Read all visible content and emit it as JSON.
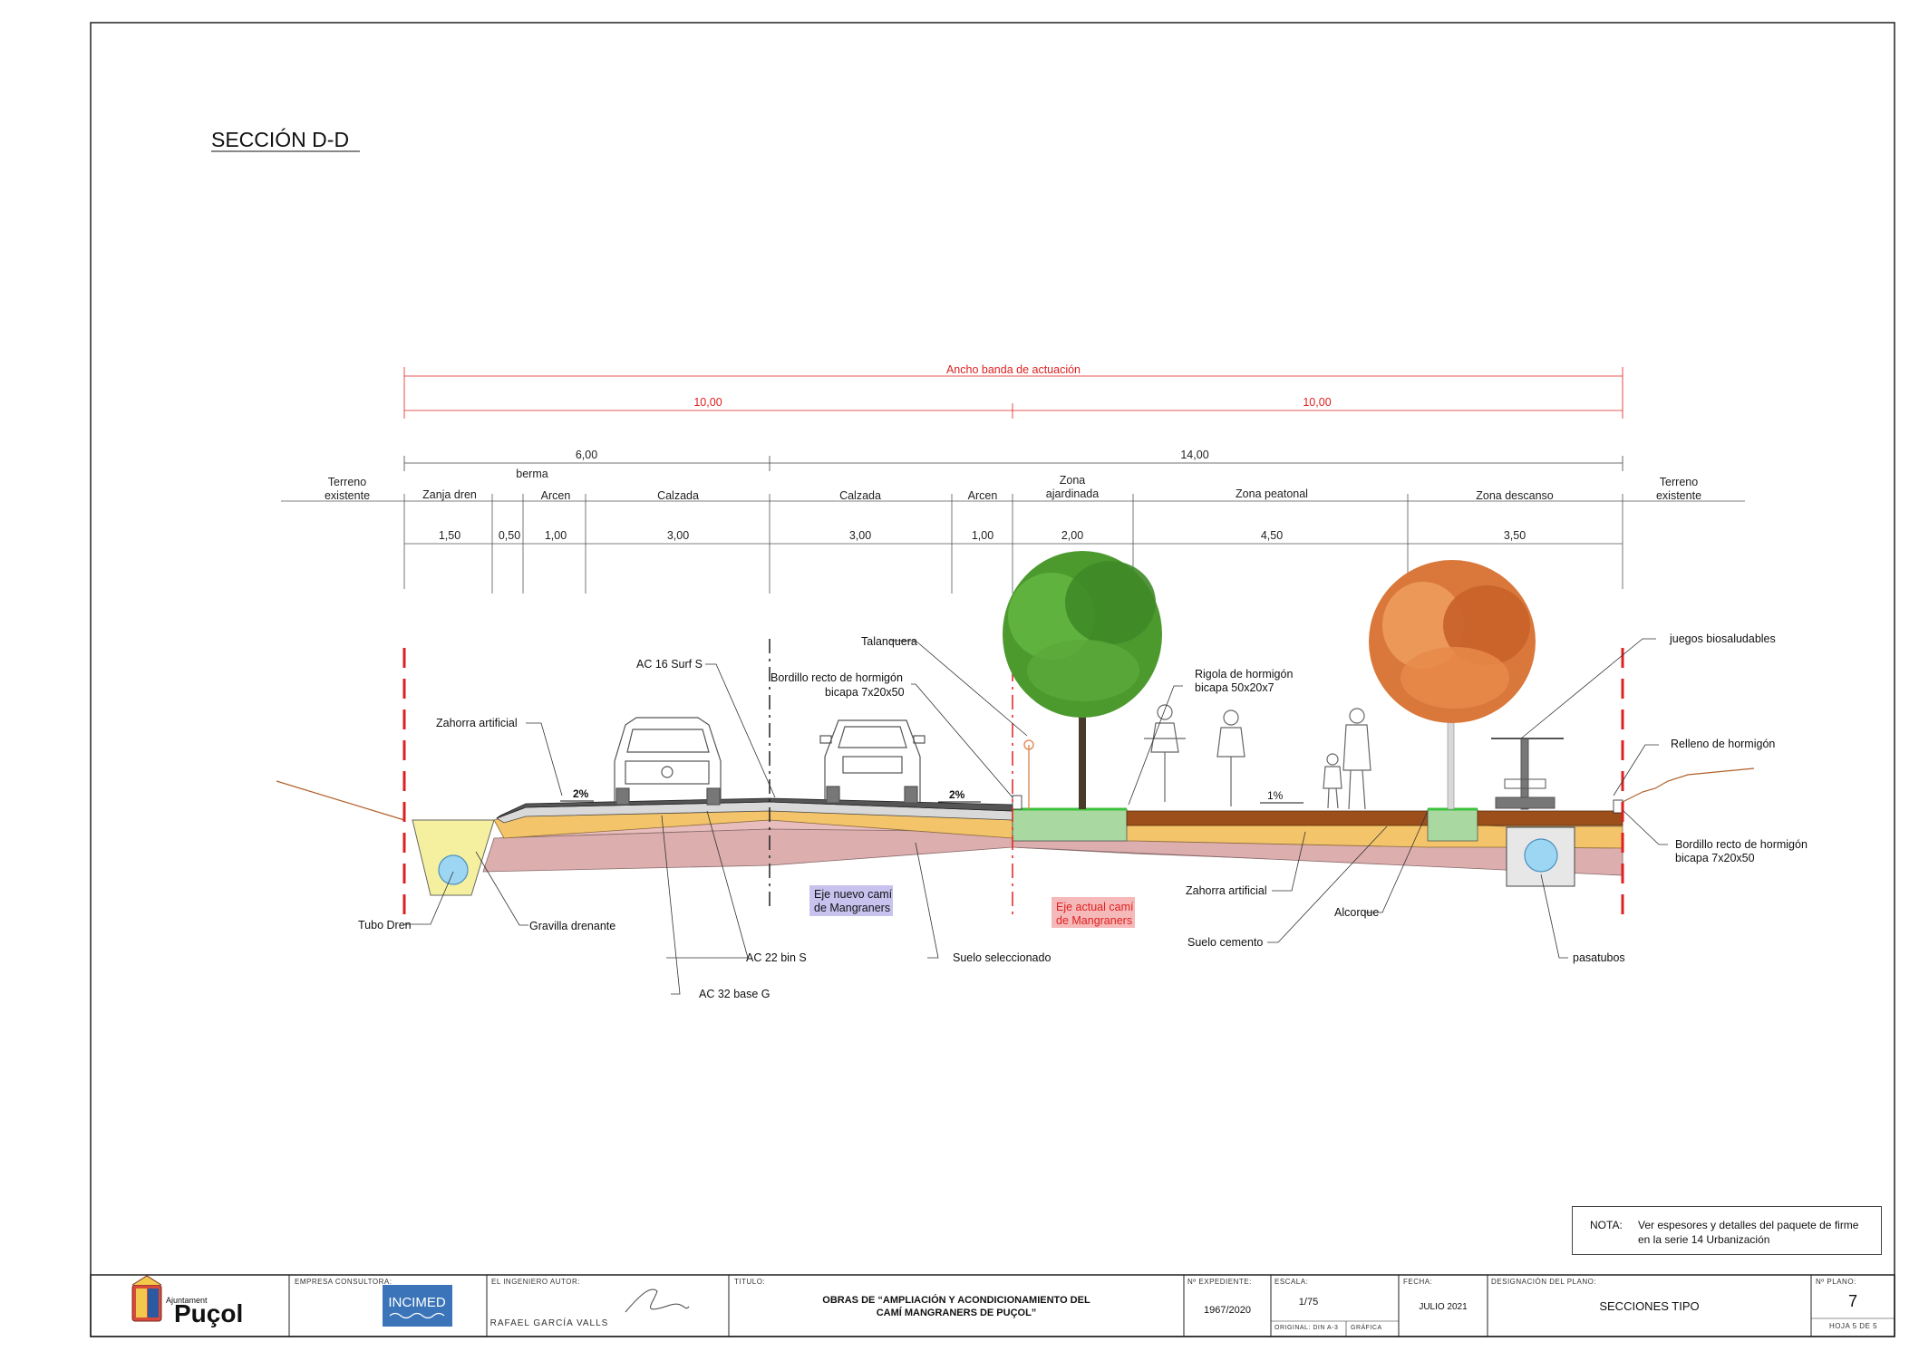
{
  "title": "SECCIÓN D-D",
  "dimensions": {
    "ancho_banda": "Ancho banda de actuación",
    "half_left": "10,00",
    "half_right": "10,00",
    "group_left": "6,00",
    "group_right": "14,00",
    "zones": [
      {
        "label": "Terreno existente",
        "width": ""
      },
      {
        "label": "Zanja dren",
        "width": "1,50"
      },
      {
        "label": "berma",
        "width": "0,50"
      },
      {
        "label": "Arcen",
        "width": "1,00"
      },
      {
        "label": "Calzada",
        "width": "3,00"
      },
      {
        "label": "Calzada",
        "width": "3,00"
      },
      {
        "label": "Arcen",
        "width": "1,00"
      },
      {
        "label": "Zona ajardinada",
        "width": "2,00"
      },
      {
        "label": "Zona peatonal",
        "width": "4,50"
      },
      {
        "label": "Zona descanso",
        "width": "3,50"
      },
      {
        "label": "Terreno existente",
        "width": ""
      }
    ]
  },
  "slopes": [
    "2%",
    "2%",
    "1%"
  ],
  "labels": {
    "talanquera": "Talanquera",
    "ac16": "AC 16 Surf S",
    "bordillo_top_1": "Bordillo recto de hormigón",
    "bordillo_top_2": "bicapa 7x20x50",
    "zahorra_left": "Zahorra artificial",
    "rigola_1": "Rigola de hormigón",
    "rigola_2": "bicapa 50x20x7",
    "juegos": "juegos biosaludables",
    "relleno": "Relleno de hormigón",
    "bordillo_right_1": "Bordillo recto de hormigón",
    "bordillo_right_2": "bicapa 7x20x50",
    "eje_nuevo_1": "Eje nuevo camí",
    "eje_nuevo_2": "de Mangraners",
    "eje_actual_1": "Eje actual camí",
    "eje_actual_2": "de Mangraners",
    "zahorra_right": "Zahorra artificial",
    "alcorque": "Alcorque",
    "suelo_cemento": "Suelo cemento",
    "tubo_dren": "Tubo Dren",
    "gravilla": "Gravilla drenante",
    "ac22": "AC 22 bin S",
    "suelo_sel": "Suelo seleccionado",
    "ac32": "AC 32 base G",
    "pasatubos": "pasatubos"
  },
  "note": {
    "label": "NOTA:",
    "line1": "Ver espesores y detalles del paquete de firme",
    "line2": "en la serie 14 Urbanización"
  },
  "title_block": {
    "logo_small": "Ajuntament",
    "logo_big": "Puçol",
    "empresa_label": "EMPRESA CONSULTORA:",
    "empresa_logo": "INCIMED",
    "ingeniero_label": "EL INGENIERO AUTOR:",
    "ingeniero_name": "RAFAEL GARCÍA VALLS",
    "titulo_label": "TITULO:",
    "titulo_1": "OBRAS DE “AMPLIACIÓN Y ACONDICIONAMIENTO DEL",
    "titulo_2": "CAMÍ MANGRANERS DE PUÇOL”",
    "expediente_label": "Nº EXPEDIENTE:",
    "expediente": "1967/2020",
    "escala_label": "ESCALA:",
    "escala": "1/75",
    "escala_original": "ORIGINAL: DIN A-3",
    "escala_grafica": "GRÁFICA",
    "fecha_label": "FECHA:",
    "fecha": "JULIO 2021",
    "designacion_label": "DESIGNACIÓN DEL PLANO:",
    "designacion": "SECCIONES TIPO",
    "plano_label": "Nº PLANO:",
    "plano": "7",
    "hoja": "HOJA 5 DE 5"
  },
  "colors": {
    "red_dim": "#e02020",
    "zahorra": "#f4c46a",
    "suelo": "#e8bdbd",
    "asphalt": "#555555",
    "green_zone": "#a9d9a0",
    "brown_paving": "#9c4f1a",
    "drain_fill": "#f5f0a0",
    "eje_nuevo_bg": "#c7c2ee",
    "eje_actual_bg": "#f6b9b9",
    "incimed_blue": "#3b74b8"
  }
}
